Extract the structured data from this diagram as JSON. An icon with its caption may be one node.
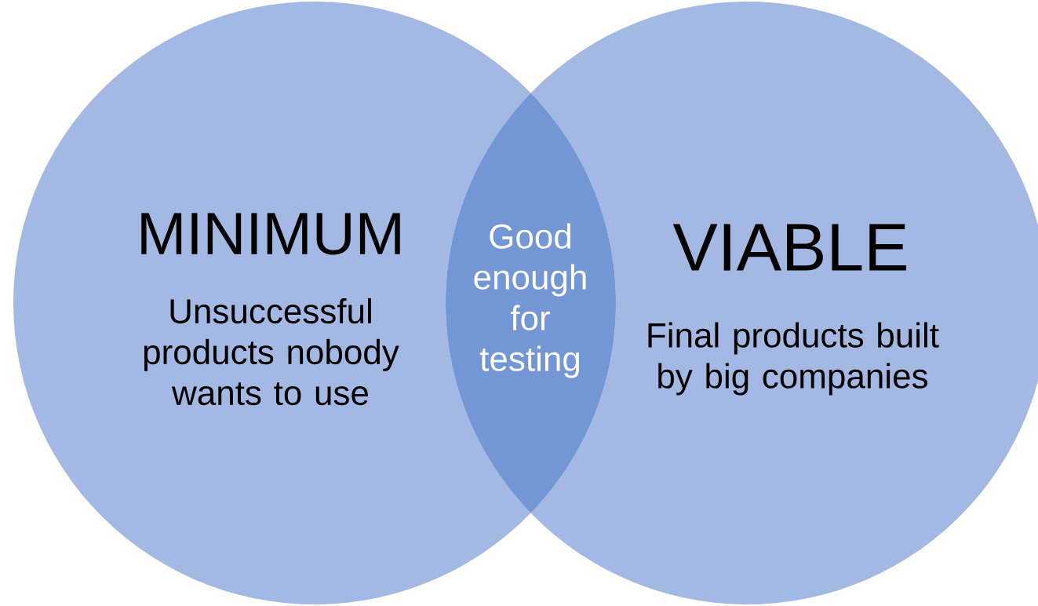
{
  "diagram": {
    "nodes": [
      {
        "text": [
          "MINIMUM",
          "Unsuccessful products nobody wants to use"
        ]
      },
      {
        "text": [
          "Good enough for testing"
        ]
      },
      {
        "text": [
          "VIABLE",
          "Final products built by big companies"
        ]
      }
    ]
  }
}
